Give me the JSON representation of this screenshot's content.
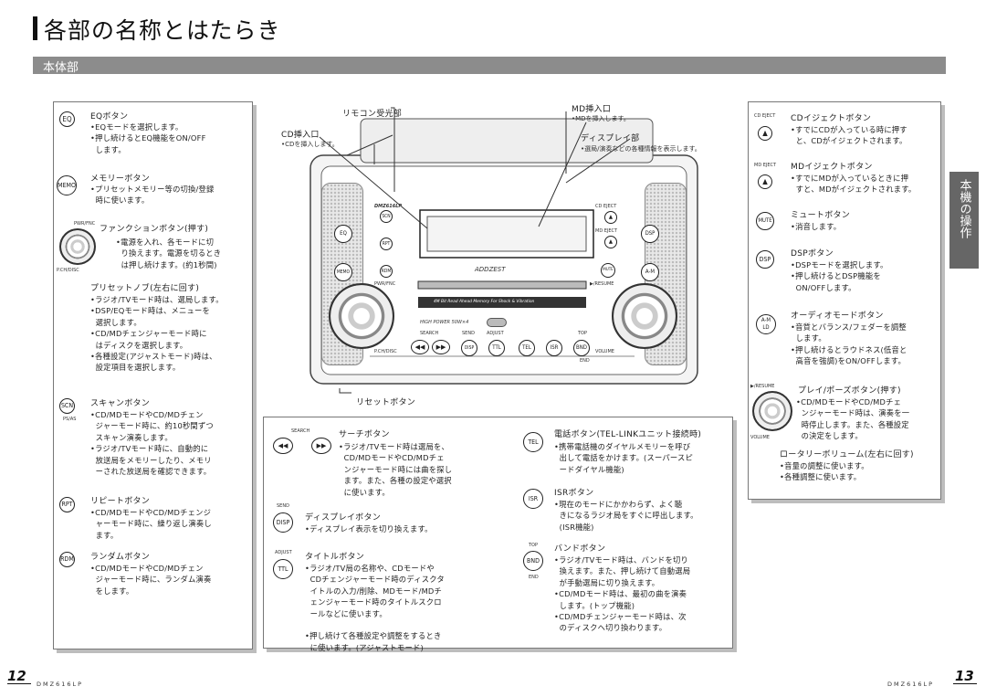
{
  "header": {
    "title": "各部の名称とはたらき",
    "section": "本体部"
  },
  "side_tab": "本機の操作",
  "footer": {
    "page_left": "12",
    "page_right": "13",
    "model": "DMZ616LP"
  },
  "device": {
    "model_label": "DMZ616LP",
    "brand": "ADDZEST",
    "memory_text": "4M Bit Read Ahead Memory For Shock & Vibration",
    "power_text": "HIGH POWER 50W×4",
    "buttons": {
      "eq": "EQ",
      "scn": "SCN",
      "rpt": "RPT",
      "memo": "MEMO",
      "rdm": "RDM",
      "dsp": "DSP",
      "am": "A-M",
      "mute": "MUTE",
      "cd_eject": "CD EJECT",
      "md_eject": "MD EJECT",
      "disp": "DISP",
      "ttl": "TTL",
      "tel": "TEL",
      "isr": "ISR",
      "bnd": "BND",
      "pwr": "PWR/FNC",
      "search": "SEARCH",
      "send": "SEND",
      "adjust": "ADJUST",
      "top": "TOP",
      "end": "END",
      "volume": "VOLUME",
      "pch": "P.CH/DISC",
      "rpause": "▶/RESUME"
    }
  },
  "callouts": {
    "remote": "リモコン受光部",
    "cd_insert": "CD挿入口",
    "cd_insert_note": "•CDを挿入します。",
    "md_insert": "MD挿入口",
    "md_insert_note": "•MDを挿入します。",
    "display": "ディスプレイ部",
    "display_note": "•選局/演奏などの各種情報を表示します。",
    "reset": "リセットボタン"
  },
  "left_panel": {
    "eq": {
      "icon": "EQ",
      "title": "EQボタン",
      "lines": [
        "•EQモードを選択します。",
        "•押し続けるとEQ機能をON/OFF",
        "  します。"
      ]
    },
    "memo": {
      "icon": "MEMO",
      "title": "メモリーボタン",
      "lines": [
        "•プリセットメモリー等の切換/登録",
        "  時に使います。"
      ]
    },
    "function": {
      "label_a": "PWR/FNC",
      "label_b": "P.CH/DISC",
      "title": "ファンクションボタン(押す)",
      "lines": [
        "•電源を入れ、各モードに切",
        "  り換えます。電源を切るとき",
        "  は押し続けます。(約1秒間)"
      ]
    },
    "preset": {
      "title": "プリセットノブ(左右に回す)",
      "lines": [
        "•ラジオ/TVモード時は、選局します。",
        "•DSP/EQモード時は、メニューを",
        "  選択します。",
        "•CD/MDチェンジャーモード時に",
        "  はディスクを選択します。",
        "•各種設定(アジャストモード)時は、",
        "  設定項目を選択します。"
      ]
    },
    "scan": {
      "icon": "SCN",
      "sub": "PS/AS",
      "title": "スキャンボタン",
      "lines": [
        "•CD/MDモードやCD/MDチェン",
        "  ジャーモード時に、約10秒間ずつ",
        "  スキャン演奏します。",
        "•ラジオ/TVモード時に、自動的に",
        "  放送局をメモリーしたり、メモリ",
        "  ーされた放送局を確認できます。"
      ]
    },
    "repeat": {
      "icon": "RPT",
      "title": "リピートボタン",
      "lines": [
        "•CD/MDモードやCD/MDチェンジ",
        "  ャーモード時に、繰り返し演奏し",
        "  ます。"
      ]
    },
    "random": {
      "icon": "RDM",
      "title": "ランダムボタン",
      "lines": [
        "•CD/MDモードやCD/MDチェン",
        "  ジャーモード時に、ランダム演奏",
        "  をします。"
      ]
    }
  },
  "bottom_mid": {
    "search": {
      "label": "SEARCH",
      "title": "サーチボタン",
      "lines": [
        "•ラジオ/TVモード時は選局を、",
        "  CD/MDモードやCD/MDチェ",
        "  ンジャーモード時には曲を探し",
        "  ます。また、各種の設定や選択",
        "  に使います。"
      ]
    },
    "disp": {
      "label": "SEND",
      "icon": "DISP",
      "title": "ディスプレイボタン",
      "lines": [
        "•ディスプレイ表示を切り換えます。"
      ]
    },
    "title_btn": {
      "label": "ADJUST",
      "icon": "TTL",
      "title": "タイトルボタン",
      "lines": [
        "•ラジオ/TV局の名称や、CDモードや",
        "  CDチェンジャーモード時のディスクタ",
        "  イトルの入力/削除、MDモード/MDチ",
        "  ェンジャーモード時のタイトルスクロ",
        "  ールなどに使います。",
        "",
        "•押し続けて各種設定や調整をするとき",
        "  に使います。(アジャストモード)"
      ]
    },
    "tel": {
      "icon": "TEL",
      "title": "電話ボタン(TEL-LINKユニット接続時)",
      "lines": [
        "•携帯電話機のダイヤルメモリーを呼び",
        "  出して電話をかけます。(スーパースピ",
        "  ードダイヤル機能)"
      ]
    },
    "isr": {
      "icon": "ISR",
      "title": "ISRボタン",
      "lines": [
        "•現在のモードにかかわらず、よく聴",
        "  きになるラジオ局をすぐに呼出します。",
        "  (ISR機能)"
      ]
    },
    "band": {
      "label_top": "TOP",
      "label_bottom": "END",
      "icon": "BND",
      "title": "バンドボタン",
      "lines": [
        "•ラジオ/TVモード時は、バンドを切り",
        "  換えます。また、押し続けて自動選局",
        "  が手動選局に切り換えます。",
        "•CD/MDモード時は、最初の曲を演奏",
        "  します。(トップ機能)",
        "•CD/MDチェンジャーモード時は、次",
        "  のディスクへ切り換わります。"
      ]
    }
  },
  "right_panel": {
    "cd_eject": {
      "label": "CD EJECT",
      "title": "CDイジェクトボタン",
      "lines": [
        "•すでにCDが入っている時に押す",
        "  と、CDがイジェクトされます。"
      ]
    },
    "md_eject": {
      "label": "MD EJECT",
      "title": "MDイジェクトボタン",
      "lines": [
        "•すでにMDが入っているときに押",
        "  すと、MDがイジェクトされます。"
      ]
    },
    "mute": {
      "icon": "MUTE",
      "title": "ミュートボタン",
      "lines": [
        "•消音します。"
      ]
    },
    "dsp": {
      "icon": "DSP",
      "title": "DSPボタン",
      "lines": [
        "•DSPモードを選択します。",
        "•押し続けるとDSP機能を",
        "  ON/OFFします。"
      ]
    },
    "audio": {
      "icon": "A-M",
      "icon_sub": "LD",
      "title": "オーディオモードボタン",
      "lines": [
        "•音質とバランス/フェダーを調整",
        "  します。",
        "•押し続けるとラウドネス(低音と",
        "  高音を強調)をON/OFFします。"
      ]
    },
    "play": {
      "label": "▶/RESUME",
      "title": "プレイ/ポーズボタン(押す)",
      "lines": [
        "•CD/MDモードやCD/MDチェ",
        "  ンジャーモード時は、演奏を一",
        "  時停止します。また、各種設定",
        "  の決定をします。"
      ]
    },
    "rotary": {
      "label": "VOLUME",
      "title": "ロータリーボリューム(左右に回す)",
      "lines": [
        "•音量の調整に使います。",
        "•各種調整に使います。"
      ]
    }
  }
}
